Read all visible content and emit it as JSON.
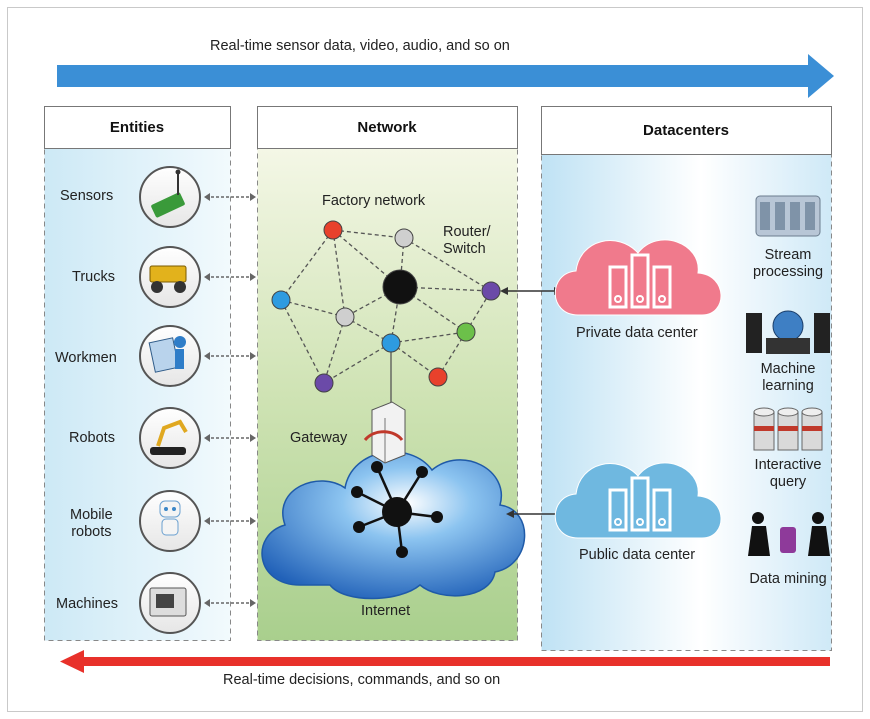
{
  "top_arrow": {
    "label": "Real-time sensor data, video, audio, and so on",
    "color": "#3b8fd6"
  },
  "bottom_arrow": {
    "label": "Real-time decisions, commands, and so on",
    "color": "#e8312a"
  },
  "panels": {
    "entities": "Entities",
    "network": "Network",
    "datacenters": "Datacenters"
  },
  "entities": [
    {
      "id": "sensors",
      "label": "Sensors",
      "icon": "sensor-icon"
    },
    {
      "id": "trucks",
      "label": "Trucks",
      "icon": "truck-icon"
    },
    {
      "id": "workmen",
      "label": "Workmen",
      "icon": "workman-icon"
    },
    {
      "id": "robots",
      "label": "Robots",
      "icon": "robot-arm-icon"
    },
    {
      "id": "mobile-robots",
      "label": "Mobile\nrobots",
      "icon": "mobile-robot-icon"
    },
    {
      "id": "machines",
      "label": "Machines",
      "icon": "machine-icon"
    }
  ],
  "network": {
    "factory_label": "Factory network",
    "router_label": "Router/\nSwitch",
    "gateway_label": "Gateway",
    "internet_label": "Internet"
  },
  "datacenters": {
    "private_label": "Private data center",
    "public_label": "Public data center",
    "private_color": "#f07a8c",
    "public_color": "#6fb8e0",
    "services": [
      {
        "id": "stream",
        "label": "Stream\nprocessing",
        "icon": "stream-processing-icon"
      },
      {
        "id": "ml",
        "label": "Machine\nlearning",
        "icon": "machine-learning-icon"
      },
      {
        "id": "query",
        "label": "Interactive\nquery",
        "icon": "interactive-query-icon"
      },
      {
        "id": "mining",
        "label": "Data mining",
        "icon": "data-mining-icon"
      }
    ]
  },
  "node_colors": {
    "red": "#e8412c",
    "blue": "#2e9be0",
    "purple": "#6b4aa8",
    "gray": "#cfcfcf",
    "green": "#6cc04a",
    "black": "#111111"
  }
}
